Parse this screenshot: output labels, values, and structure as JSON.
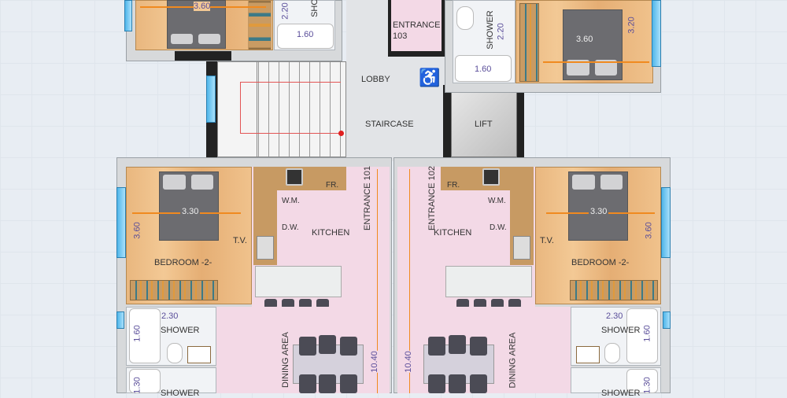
{
  "plan": {
    "top_left": {
      "bed_width": "3.60",
      "shower_depth": "2.20",
      "shower_width": "1.60",
      "shower_label": "SHO"
    },
    "top_right": {
      "entrance_label": "ENTRANCE",
      "entrance_no": "103",
      "shower_label": "SHOWER",
      "shower_depth": "2.20",
      "shower_width": "1.60",
      "bed_width": "3.60",
      "bed_depth": "3.20"
    },
    "core": {
      "lobby": "LOBBY",
      "staircase": "STAIRCASE",
      "lift": "LIFT"
    },
    "unit_101": {
      "entrance": "ENTRANCE 101",
      "kitchen": "KITCHEN",
      "fridge": "FR.",
      "washing_machine": "W.M.",
      "dishwasher": "D.W.",
      "tv": "T.V.",
      "bedroom": "BEDROOM -2-",
      "bed_width": "3.30",
      "bed_depth": "3.60",
      "shower": "SHOWER",
      "shower_width": "2.30",
      "shower_depth": "1.60",
      "shower2": "SHOWER",
      "shower2_depth": "1.30",
      "dining": "DINING AREA",
      "length": "10.40"
    },
    "unit_102": {
      "entrance": "ENTRANCE 102",
      "kitchen": "KITCHEN",
      "fridge": "FR.",
      "washing_machine": "W.M.",
      "dishwasher": "D.W.",
      "tv": "T.V.",
      "bedroom": "BEDROOM -2-",
      "bed_width": "3.30",
      "bed_depth": "3.60",
      "shower": "SHOWER",
      "shower_width": "2.30",
      "shower_depth": "1.60",
      "shower2": "SHOWER",
      "shower2_depth": "1.30",
      "dining": "DINING AREA",
      "length": "10.40"
    }
  },
  "colors": {
    "wood": "#f0c28c",
    "pink": "#f3d9e6",
    "dimension": "#5a4e9a",
    "arrow": "#f08a1f",
    "window": "#4fb6ea"
  }
}
